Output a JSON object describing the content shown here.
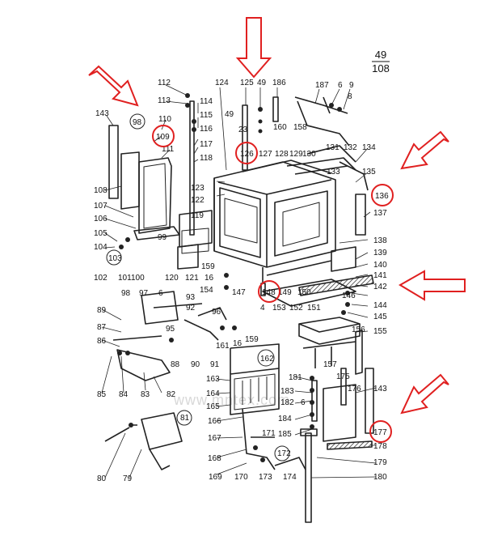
{
  "page_fraction": {
    "top": "49",
    "bottom": "108"
  },
  "watermark": "www.mntex.com",
  "arrow_color": "#e02020",
  "circle_color": "#e02020",
  "line_color": "#222222",
  "labels": {
    "l112": "112",
    "l113": "113",
    "l114": "114",
    "l115": "115",
    "l116": "116",
    "l117": "117",
    "l118": "118",
    "l124": "124",
    "l125": "125",
    "l49a": "49",
    "l186": "186",
    "l187": "187",
    "l6a": "6",
    "l8a": "8",
    "l9a": "9",
    "l143a": "143",
    "l98": "98",
    "l110": "110",
    "l109": "109",
    "l111": "111",
    "l49b": "49",
    "l23": "23",
    "l126": "126",
    "l127": "127",
    "l128": "128",
    "l129": "129",
    "l130": "130",
    "l131": "131",
    "l132": "132",
    "l134": "134",
    "l160": "160",
    "l158": "158",
    "l133": "133",
    "l135": "135",
    "l136": "136",
    "l137": "137",
    "l123": "123",
    "l122": "122",
    "l108": "108",
    "l107": "107",
    "l106": "106",
    "l105": "105",
    "l104": "104",
    "l103": "103",
    "l102": "102",
    "l101": "101",
    "l100": "100",
    "l99": "99",
    "l119": "119",
    "l120": "120",
    "l121": "121",
    "l159": "159",
    "l16a": "16",
    "l154": "154",
    "l147": "147",
    "l148": "148",
    "l149": "149",
    "l150": "150",
    "l138": "138",
    "l139": "139",
    "l140": "140",
    "l141": "141",
    "l142": "142",
    "l146": "146",
    "l144": "144",
    "l145": "145",
    "l6b": "6",
    "l97": "97",
    "l98b": "98",
    "l89": "89",
    "l87": "87",
    "l86": "86",
    "l95": "95",
    "l93": "93",
    "l92": "92",
    "l96": "96",
    "l4": "4",
    "l153": "153",
    "l152": "152",
    "l151": "151",
    "l156": "156",
    "l155": "155",
    "l88": "88",
    "l90": "90",
    "l91": "91",
    "l161": "161",
    "l16b": "16",
    "l159b": "159",
    "l162": "162",
    "l157": "157",
    "l85": "85",
    "l84": "84",
    "l83": "83",
    "l82": "82",
    "l81": "81",
    "l163": "163",
    "l164": "164",
    "l165": "165",
    "l181": "181",
    "l183": "183",
    "l182": "182",
    "l6c": "6",
    "l175": "175",
    "l176": "176",
    "l143b": "143",
    "l166": "166",
    "l171": "171",
    "l184": "184",
    "l185": "185",
    "l177": "177",
    "l178": "178",
    "l167": "167",
    "l172": "172",
    "l168": "168",
    "l179": "179",
    "l80": "80",
    "l79": "79",
    "l169": "169",
    "l170": "170",
    "l173": "173",
    "l174": "174",
    "l180": "180"
  }
}
